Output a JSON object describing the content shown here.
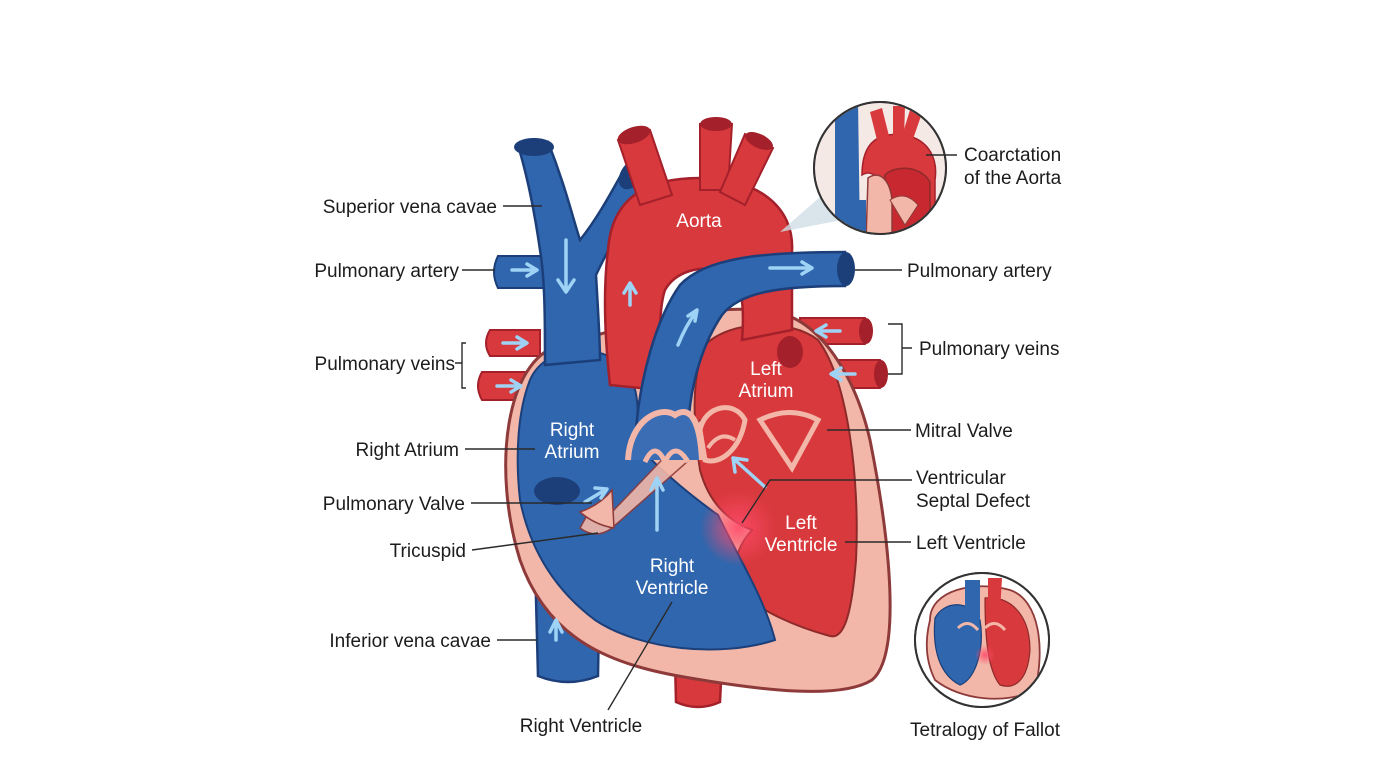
{
  "colors": {
    "blue": "#2f66ad",
    "blue_dark": "#1c3f7a",
    "blue_light": "#4f86c8",
    "red": "#d8393d",
    "red_dark": "#a4202a",
    "red_light": "#ee6f6a",
    "wall": "#f2b7a8",
    "wall_edge": "#8e3a3a",
    "flow_arrow": "#9fd3f5"
  },
  "labels": {
    "superior_vena_cavae": "Superior vena cavae",
    "pulmonary_artery_left": "Pulmonary artery",
    "pulmonary_veins_left": "Pulmonary veins",
    "right_atrium": "Right Atrium",
    "pulmonary_valve": "Pulmonary Valve",
    "tricuspid": "Tricuspid",
    "inferior_vena_cavae": "Inferior vena cavae",
    "right_ventricle_bottom": "Right Ventricle",
    "coarctation_line1": "Coarctation",
    "coarctation_line2": "of the Aorta",
    "pulmonary_artery_right": "Pulmonary artery",
    "pulmonary_veins_right": "Pulmonary veins",
    "mitral_valve": "Mitral Valve",
    "vsd_line1": "Ventricular",
    "vsd_line2": "Septal Defect",
    "left_ventricle": "Left Ventricle",
    "tetralogy": "Tetralogy of Fallot"
  },
  "inner_labels": {
    "aorta": "Aorta",
    "right_atrium_line1": "Right",
    "right_atrium_line2": "Atrium",
    "left_atrium_line1": "Left",
    "left_atrium_line2": "Atrium",
    "right_ventricle_line1": "Right",
    "right_ventricle_line2": "Ventricle",
    "left_ventricle_line1": "Left",
    "left_ventricle_line2": "Ventricle"
  }
}
